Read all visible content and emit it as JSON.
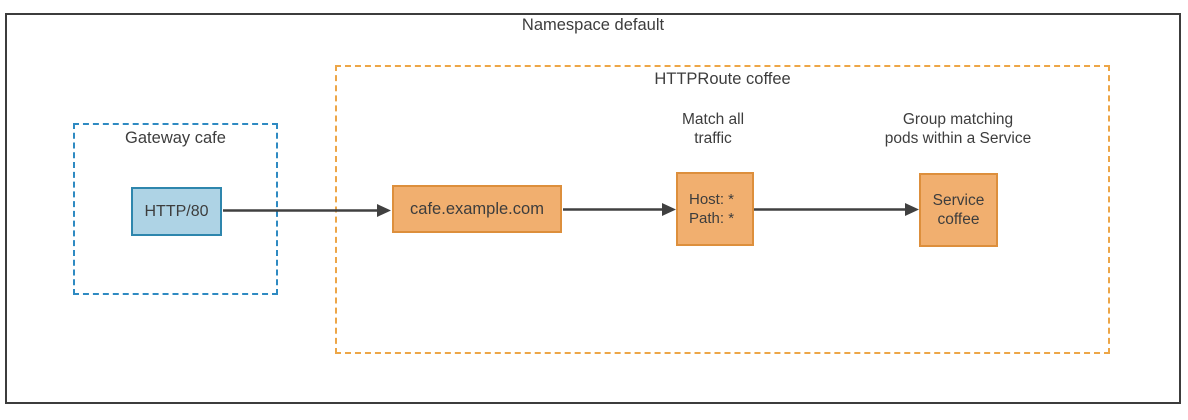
{
  "diagram": {
    "namespace_label": "Namespace default",
    "gateway": {
      "label": "Gateway cafe",
      "listener_label": "HTTP/80"
    },
    "httproute": {
      "label": "HTTPRoute coffee",
      "hostname_label": "cafe.example.com",
      "match": {
        "annotation_line1": "Match all",
        "annotation_line2": "traffic",
        "host_rule": "Host: *",
        "path_rule": "Path: *"
      },
      "backend": {
        "annotation_line1": "Group matching",
        "annotation_line2": "pods within a Service",
        "service_line1": "Service",
        "service_line2": "coffee"
      }
    },
    "colors": {
      "outer_border": "#3c3c3c",
      "gateway_dashed_border": "#2e8ac2",
      "listener_fill": "#aed3e5",
      "listener_border": "#2e86ad",
      "httproute_dashed_border": "#eda647",
      "orange_fill": "#f1af6f",
      "orange_border": "#dd8f3c",
      "arrow": "#404040",
      "text": "#3d3d3d"
    }
  }
}
